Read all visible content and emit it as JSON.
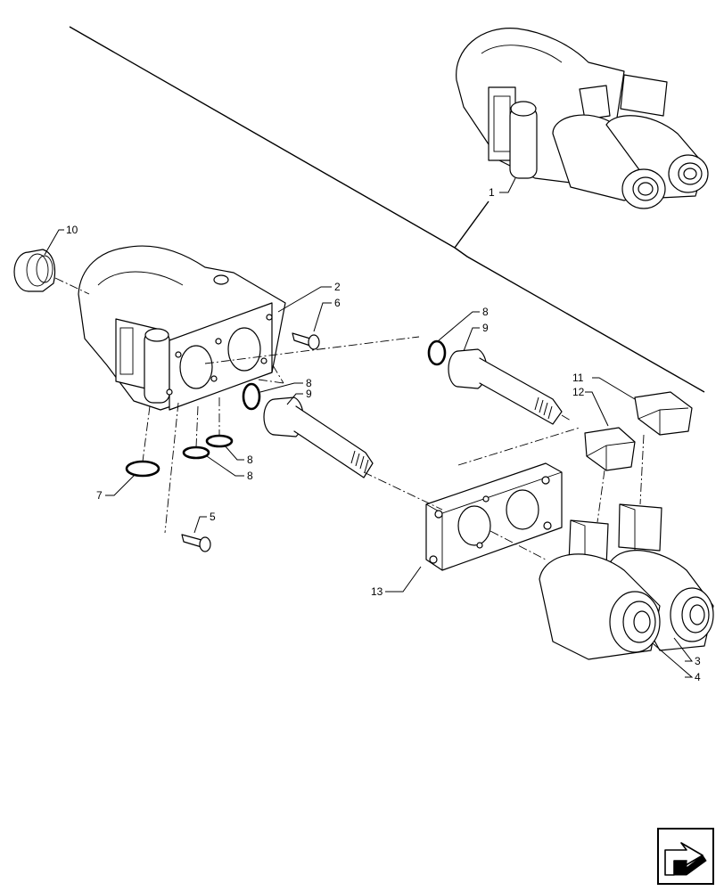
{
  "callouts": [
    {
      "id": "1",
      "text": "1"
    },
    {
      "id": "2",
      "text": "2"
    },
    {
      "id": "3",
      "text": "3"
    },
    {
      "id": "4",
      "text": "4"
    },
    {
      "id": "5",
      "text": "5"
    },
    {
      "id": "6",
      "text": "6"
    },
    {
      "id": "7",
      "text": "7"
    },
    {
      "id": "8a",
      "text": "8"
    },
    {
      "id": "8b",
      "text": "8"
    },
    {
      "id": "8c",
      "text": "8"
    },
    {
      "id": "8d",
      "text": "8"
    },
    {
      "id": "9a",
      "text": "9"
    },
    {
      "id": "9b",
      "text": "9"
    },
    {
      "id": "10",
      "text": "10"
    },
    {
      "id": "11",
      "text": "11"
    },
    {
      "id": "12",
      "text": "12"
    },
    {
      "id": "13",
      "text": "13"
    }
  ],
  "icons": {
    "navigation": "next-page-arrow-icon"
  }
}
